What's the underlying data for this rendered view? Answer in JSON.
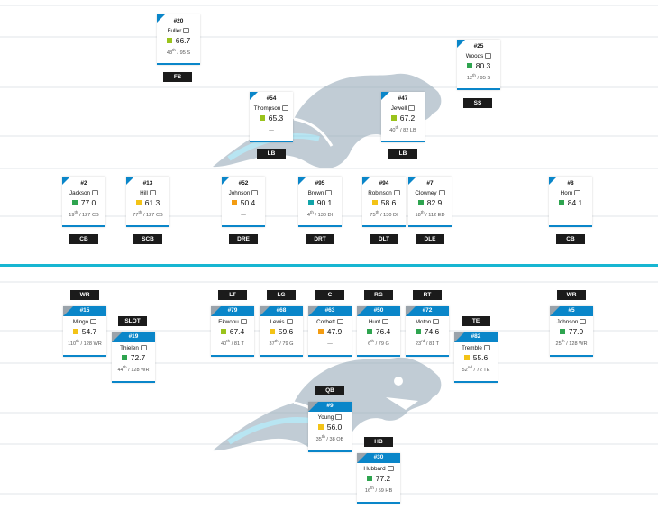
{
  "colors": {
    "accent": "#0a86c9",
    "scrimmage_line": "#17b6d2",
    "grade_colors": {
      "green": "#2ea44f",
      "light_green": "#9ac31c",
      "yellow": "#f3c317",
      "orange": "#f39c12",
      "teal": "#12a4a9"
    }
  },
  "field": {
    "logo_icon": "panther-logo-icon"
  },
  "defense": [
    {
      "id": "fs",
      "number": "#20",
      "name": "Fuller",
      "grade": "66.7",
      "grade_color": "light_green",
      "rank": "48",
      "rank_suffix": "th",
      "rank_total": "/ 95 S",
      "position": "FS"
    },
    {
      "id": "ss",
      "number": "#25",
      "name": "Woods",
      "grade": "80.3",
      "grade_color": "green",
      "rank": "12",
      "rank_suffix": "th",
      "rank_total": "/ 95 S",
      "position": "SS"
    },
    {
      "id": "lb1",
      "number": "#54",
      "name": "Thompson",
      "grade": "65.3",
      "grade_color": "light_green",
      "rank": "",
      "rank_suffix": "",
      "rank_total": "—",
      "position": "LB"
    },
    {
      "id": "lb2",
      "number": "#47",
      "name": "Jewell",
      "grade": "67.2",
      "grade_color": "light_green",
      "rank": "40",
      "rank_suffix": "th",
      "rank_total": "/ 82 LB",
      "position": "LB"
    },
    {
      "id": "cb1",
      "number": "#2",
      "name": "Jackson",
      "grade": "77.0",
      "grade_color": "green",
      "rank": "19",
      "rank_suffix": "th",
      "rank_total": "/ 127 CB",
      "position": "CB"
    },
    {
      "id": "scb",
      "number": "#13",
      "name": "Hill",
      "grade": "61.3",
      "grade_color": "yellow",
      "rank": "77",
      "rank_suffix": "th",
      "rank_total": "/ 127 CB",
      "position": "SCB"
    },
    {
      "id": "dre",
      "number": "#52",
      "name": "Johnson",
      "grade": "50.4",
      "grade_color": "orange",
      "rank": "",
      "rank_suffix": "",
      "rank_total": "—",
      "position": "DRE"
    },
    {
      "id": "drt",
      "number": "#95",
      "name": "Brown",
      "grade": "90.1",
      "grade_color": "teal",
      "rank": "4",
      "rank_suffix": "th",
      "rank_total": "/ 130 DI",
      "position": "DRT"
    },
    {
      "id": "dlt",
      "number": "#94",
      "name": "Robinson",
      "grade": "58.6",
      "grade_color": "yellow",
      "rank": "75",
      "rank_suffix": "th",
      "rank_total": "/ 130 DI",
      "position": "DLT"
    },
    {
      "id": "dle",
      "number": "#7",
      "name": "Clowney",
      "grade": "82.9",
      "grade_color": "green",
      "rank": "18",
      "rank_suffix": "th",
      "rank_total": "/ 112 ED",
      "position": "DLE"
    },
    {
      "id": "cb2",
      "number": "#8",
      "name": "Horn",
      "grade": "84.1",
      "grade_color": "green",
      "rank": "",
      "rank_suffix": "",
      "rank_total": "",
      "position": "CB"
    }
  ],
  "offense": [
    {
      "id": "wr1",
      "number": "#15",
      "name": "Mingo",
      "grade": "54.7",
      "grade_color": "yellow",
      "rank": "110",
      "rank_suffix": "th",
      "rank_total": "/ 128 WR",
      "position": "WR"
    },
    {
      "id": "slot",
      "number": "#19",
      "name": "Thielen",
      "grade": "72.7",
      "grade_color": "green",
      "rank": "44",
      "rank_suffix": "th",
      "rank_total": "/ 128 WR",
      "position": "SLOT"
    },
    {
      "id": "lt",
      "number": "#79",
      "name": "Ekwonu",
      "grade": "67.4",
      "grade_color": "light_green",
      "rank": "40",
      "rank_suffix": "th",
      "rank_total": "/ 81 T",
      "position": "LT"
    },
    {
      "id": "lg",
      "number": "#68",
      "name": "Lewis",
      "grade": "59.6",
      "grade_color": "yellow",
      "rank": "37",
      "rank_suffix": "th",
      "rank_total": "/ 79 G",
      "position": "LG"
    },
    {
      "id": "c",
      "number": "#63",
      "name": "Corbett",
      "grade": "47.9",
      "grade_color": "orange",
      "rank": "",
      "rank_suffix": "",
      "rank_total": "—",
      "position": "C"
    },
    {
      "id": "rg",
      "number": "#50",
      "name": "Hunt",
      "grade": "76.4",
      "grade_color": "green",
      "rank": "6",
      "rank_suffix": "th",
      "rank_total": "/ 79 G",
      "position": "RG"
    },
    {
      "id": "rt",
      "number": "#72",
      "name": "Moton",
      "grade": "74.6",
      "grade_color": "green",
      "rank": "23",
      "rank_suffix": "rd",
      "rank_total": "/ 81 T",
      "position": "RT"
    },
    {
      "id": "te",
      "number": "#82",
      "name": "Tremble",
      "grade": "55.6",
      "grade_color": "yellow",
      "rank": "52",
      "rank_suffix": "nd",
      "rank_total": "/ 72 TE",
      "position": "TE"
    },
    {
      "id": "wr2",
      "number": "#5",
      "name": "Johnson",
      "grade": "77.9",
      "grade_color": "green",
      "rank": "25",
      "rank_suffix": "th",
      "rank_total": "/ 128 WR",
      "position": "WR"
    },
    {
      "id": "qb",
      "number": "#9",
      "name": "Young",
      "grade": "56.0",
      "grade_color": "yellow",
      "rank": "35",
      "rank_suffix": "th",
      "rank_total": "/ 38 QB",
      "position": "QB"
    },
    {
      "id": "hb",
      "number": "#30",
      "name": "Hubbard",
      "grade": "77.2",
      "grade_color": "green",
      "rank": "16",
      "rank_suffix": "th",
      "rank_total": "/ 59 HB",
      "position": "HB"
    }
  ]
}
